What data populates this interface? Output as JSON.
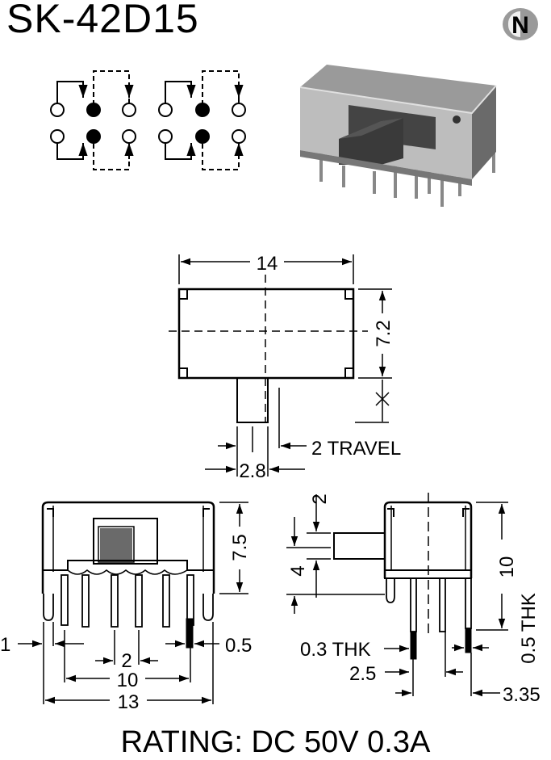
{
  "header": {
    "part_number": "SK-42D15",
    "logo_letter": "N"
  },
  "top_view": {
    "width_label": "14",
    "height_label": "7.2",
    "travel_label": "2 TRAVEL",
    "actuator_label": "2.8"
  },
  "front_view": {
    "height_label": "7.5",
    "left_pin_label": "1",
    "pin_thk_label": "0.5",
    "pitch_label": "2",
    "inner_span_label": "10",
    "overall_label": "13"
  },
  "side_view": {
    "actuator_height_label": "2",
    "actuator_pos_label": "4",
    "pin_length_label": "10",
    "thk_label": "0.5 THK",
    "pin_thk_label": "0.3 THK",
    "pitch_label": "2.5",
    "offset_label": "3.35"
  },
  "footer": {
    "rating": "RATING: DC 50V 0.3A"
  },
  "colors": {
    "ink": "#000000",
    "body_dark": "#6e6e6e",
    "body_light": "#b8b8b8"
  }
}
